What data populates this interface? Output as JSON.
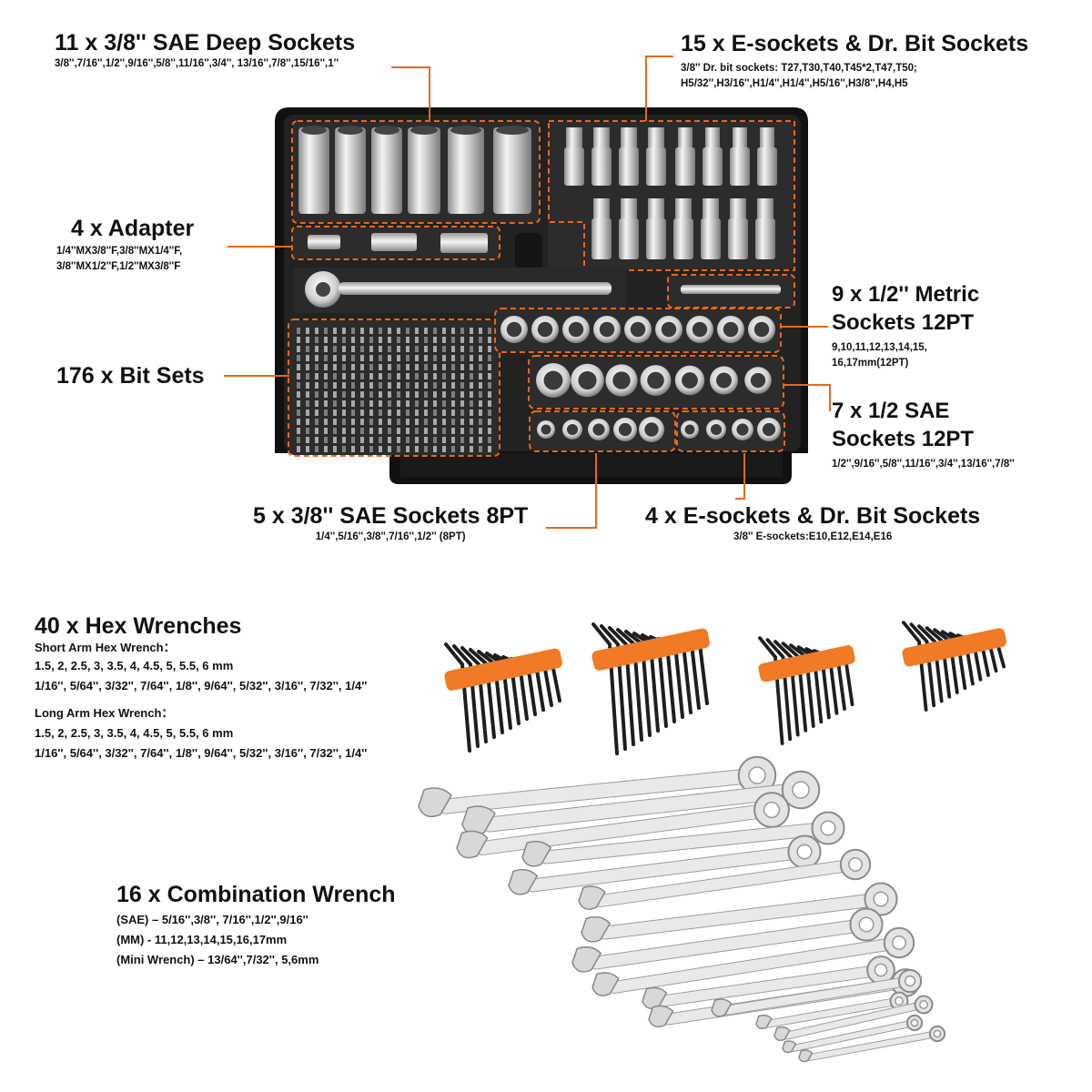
{
  "deep_sockets": {
    "title": "11 x 3/8'' SAE Deep Sockets",
    "sizes": "3/8'',7/16'',1/2'',9/16'',5/8'',11/16'',3/4'', 13/16'',7/8'',15/16'',1''"
  },
  "esockets_bits": {
    "title": "15 x E-sockets & Dr. Bit Sockets",
    "line1": "3/8'' Dr. bit sockets: T27,T30,T40,T45*2,T47,T50;",
    "line2": "H5/32'',H3/16'',H1/4'',H1/4'',H5/16'',H3/8'',H4,H5"
  },
  "adapter": {
    "title": "4 x  Adapter",
    "line1": "1/4''MX3/8''F,3/8''MX1/4''F,",
    "line2": "3/8''MX1/2''F,1/2''MX3/8''F"
  },
  "metric_sockets": {
    "title1": "9 x 1/2'' Metric",
    "title2": "Sockets 12PT",
    "line1": "9,10,11,12,13,14,15,",
    "line2": "16,17mm(12PT)"
  },
  "bit_sets": {
    "title": "176 x  Bit Sets"
  },
  "sae_sockets_12pt": {
    "title1": "7 x 1/2 SAE",
    "title2": "Sockets 12PT",
    "sizes": "1/2'',9/16'',5/8'',11/16'',3/4'',13/16'',7/8''"
  },
  "sae_sockets_8pt": {
    "title": "5 x 3/8'' SAE Sockets 8PT",
    "sizes": "1/4'',5/16'',3/8'',7/16'',1/2'' (8PT)"
  },
  "esockets_small": {
    "title": "4 x E-sockets & Dr. Bit Sockets",
    "sizes": "3/8'' E-sockets:E10,E12,E14,E16"
  },
  "hex_wrenches": {
    "title": "40 x Hex Wrenches",
    "short_label": "Short Arm Hex Wrench：",
    "short_metric": "1.5, 2, 2.5, 3, 3.5, 4, 4.5, 5, 5.5, 6 mm",
    "short_sae": "1/16'', 5/64'', 3/32'', 7/64'', 1/8'', 9/64'', 5/32'', 3/16'', 7/32'', 1/4''",
    "long_label": "Long Arm Hex Wrench：",
    "long_metric": "1.5, 2, 2.5, 3, 3.5, 4, 4.5, 5, 5.5, 6 mm",
    "long_sae": "1/16'', 5/64'', 3/32'', 7/64'', 1/8'', 9/64'', 5/32'', 3/16'', 7/32'', 1/4''"
  },
  "combination_wrench": {
    "title": "16 x  Combination Wrench",
    "sae": "(SAE) – 5/16'',3/8'', 7/16'',1/2'',9/16''",
    "mm": "(MM) - 11,12,13,14,15,16,17mm",
    "mini": "(Mini Wrench) – 13/64'',7/32'', 5,6mm"
  },
  "colors": {
    "accent": "#e8671c",
    "tray": "#1b1b1b",
    "tray_inner": "#2a2a2a",
    "chrome": "#d6d6d6"
  }
}
